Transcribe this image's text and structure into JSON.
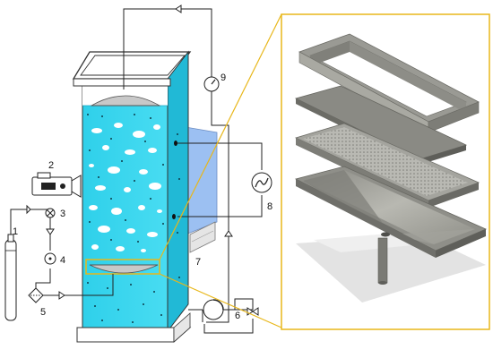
{
  "labels": {
    "n1": "1",
    "n2": "2",
    "n3": "3",
    "n4": "4",
    "n5": "5",
    "n6": "6",
    "n7": "7",
    "n8": "8",
    "n9": "9"
  },
  "colors": {
    "water": "#33d3ec",
    "water_dark": "#1aa8c4",
    "frame": "#333333",
    "panel_border": "#e8b71a",
    "callout_line": "#e8b71a",
    "metal_dark": "#6f6f6a",
    "metal_mid": "#9a9a94",
    "metal_light": "#bdbdb6",
    "heat_panel": "#8fb8f0",
    "shadow": "#dcdcdc"
  }
}
